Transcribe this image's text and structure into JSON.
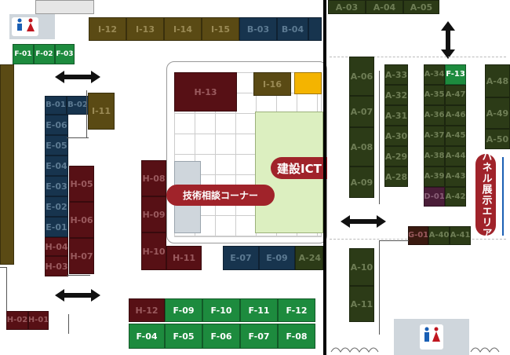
{
  "colors": {
    "olive": "#5a4a14",
    "navy": "#17344e",
    "maroon": "#571015",
    "dark_green": "#2c3b17",
    "green": "#1d8b3e",
    "label_red": "#a0232a",
    "light_green": "#dcefc0",
    "gold": "#f4b400",
    "gray": "#cfd6dc"
  },
  "icons": {
    "restroom": "restroom-icon",
    "arrow_h": "double-arrow-horizontal-icon",
    "arrow_v": "double-arrow-vertical-icon"
  },
  "labels": {
    "ict": "建設ICT",
    "tech": "技術相談コーナー",
    "panel": "パネル展示エリア"
  },
  "booths": {
    "I12": "I-12",
    "I13": "I-13",
    "I14": "I-14",
    "I15": "I-15",
    "I11": "I-11",
    "I16": "I-16",
    "B03": "B-03",
    "B04": "B-04",
    "B01": "B-01",
    "B02": "B-02",
    "F01": "F-01",
    "F02": "F-02",
    "F03": "F-03",
    "F04": "F-04",
    "F05": "F-05",
    "F06": "F-06",
    "F07": "F-07",
    "F08": "F-08",
    "F09": "F-09",
    "F10": "F-10",
    "F11": "F-11",
    "F12": "F-12",
    "F13": "F-13",
    "E01": "E-01",
    "E02": "E-02",
    "E03": "E-03",
    "E04": "E-04",
    "E05": "E-05",
    "E06": "E-06",
    "E07": "E-07",
    "E09": "E-09",
    "H01": "H-01",
    "H02": "H-02",
    "H03": "H-03",
    "H04": "H-04",
    "H05": "H-05",
    "H06": "H-06",
    "H07": "H-07",
    "H08": "H-08",
    "H09": "H-09",
    "H10": "H-10",
    "H11": "H-11",
    "H12": "H-12",
    "H13": "H-13",
    "A03": "A-03",
    "A04": "A-04",
    "A05": "A-05",
    "A06": "A-06",
    "A07": "A-07",
    "A08": "A-08",
    "A09": "A-09",
    "A10": "A-10",
    "A11": "A-11",
    "A24": "A-24",
    "A28": "A-28",
    "A29": "A-29",
    "A30": "A-30",
    "A31": "A-31",
    "A32": "A-32",
    "A33": "A-33",
    "A34": "A-34",
    "A35": "A-35",
    "A36": "A-36",
    "A37": "A-37",
    "A38": "A-38",
    "A39": "A-39",
    "A40": "A-40",
    "A41": "A-41",
    "A42": "A-42",
    "A43": "A-43",
    "A44": "A-44",
    "A45": "A-45",
    "A46": "A-46",
    "A47": "A-47",
    "A48": "A-48",
    "A49": "A-49",
    "A50": "A-50",
    "D01": "D-01",
    "G01": "G-01"
  }
}
